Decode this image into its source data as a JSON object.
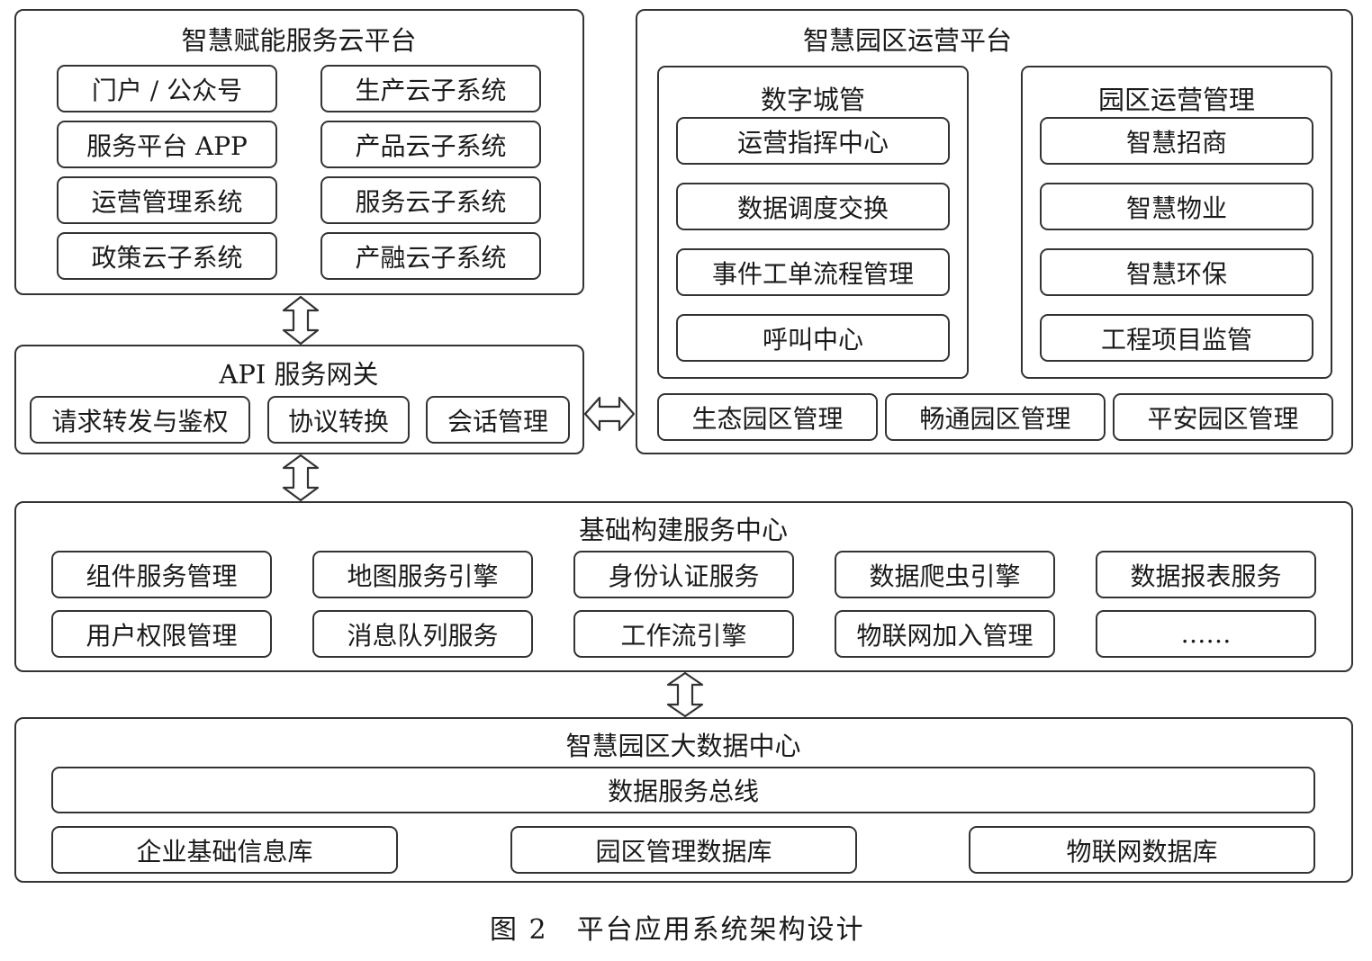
{
  "cloud_platform": {
    "title": "智慧赋能服务云平台",
    "items": [
      "门户 / 公众号",
      "生产云子系统",
      "服务平台 APP",
      "产品云子系统",
      "运营管理系统",
      "服务云子系统",
      "政策云子系统",
      "产融云子系统"
    ]
  },
  "api_gateway": {
    "title": "API 服务网关",
    "items": [
      "请求转发与鉴权",
      "协议转换",
      "会话管理"
    ]
  },
  "operations_platform": {
    "title": "智慧园区运营平台",
    "digital_city": {
      "title": "数字城管",
      "items": [
        "运营指挥中心",
        "数据调度交换",
        "事件工单流程管理",
        "呼叫中心"
      ]
    },
    "park_operations": {
      "title": "园区运营管理",
      "items": [
        "智慧招商",
        "智慧物业",
        "智慧环保",
        "工程项目监管"
      ]
    },
    "bottom_items": [
      "生态园区管理",
      "畅通园区管理",
      "平安园区管理"
    ]
  },
  "infrastructure": {
    "title": "基础构建服务中心",
    "row1": [
      "组件服务管理",
      "地图服务引擎",
      "身份认证服务",
      "数据爬虫引擎",
      "数据报表服务"
    ],
    "row2": [
      "用户权限管理",
      "消息队列服务",
      "工作流引擎",
      "物联网加入管理",
      "……"
    ]
  },
  "big_data": {
    "title": "智慧园区大数据中心",
    "bus": "数据服务总线",
    "databases": [
      "企业基础信息库",
      "园区管理数据库",
      "物联网数据库"
    ]
  },
  "caption": "图 2　平台应用系统架构设计"
}
